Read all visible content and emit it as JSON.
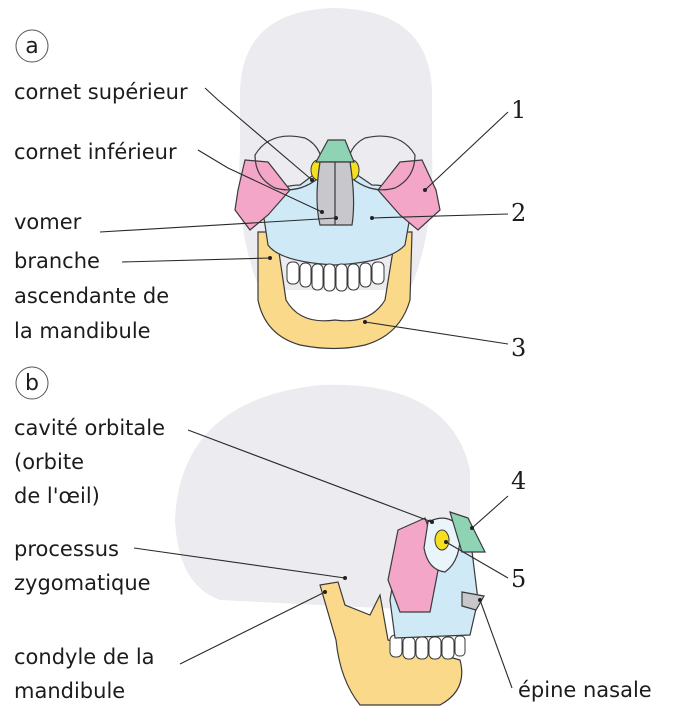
{
  "panels": {
    "a": {
      "letter": "a"
    },
    "b": {
      "letter": "b"
    }
  },
  "labels_a": {
    "cornet_superieur": "cornet supérieur",
    "cornet_inferieur": "cornet inférieur",
    "vomer": "vomer",
    "branche_line1": "branche",
    "branche_line2": "ascendante de",
    "branche_line3": "la mandibule"
  },
  "labels_b": {
    "cavite_line1": "cavité orbitale",
    "cavite_line2": "(orbite",
    "cavite_line3": "de l'œil)",
    "processus_line1": "processus",
    "processus_line2": "zygomatique",
    "condyle_line1": "condyle de la",
    "condyle_line2": "mandibule",
    "epine": "épine nasale"
  },
  "numbers": {
    "n1": "1",
    "n2": "2",
    "n3": "3",
    "n4": "4",
    "n5": "5"
  },
  "colors": {
    "nasal_green": "#8fd3b5",
    "zygomatic_pink": "#f3a6c8",
    "maxilla_blue": "#cfe9f7",
    "mandible_yellow": "#fbd98a",
    "lacrimal_yellow": "#f5df1e",
    "skull_ghost": "#ececf0"
  }
}
